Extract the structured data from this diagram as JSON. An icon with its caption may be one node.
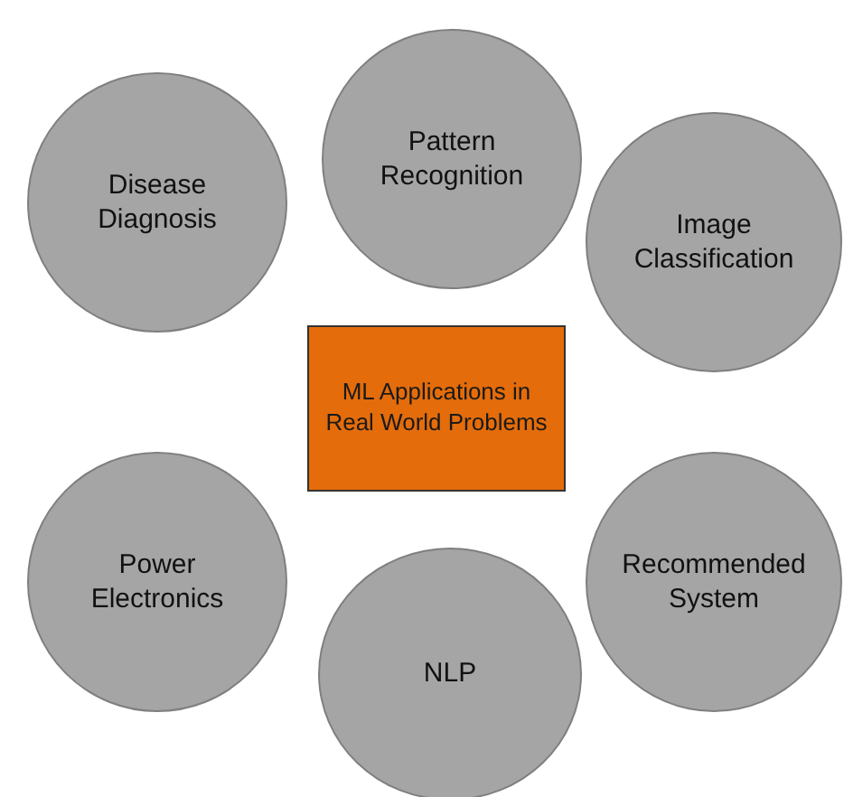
{
  "diagram": {
    "nodes": [
      {
        "text": [
          "Pattern Recognition"
        ]
      },
      {
        "text": [
          "Disease Diagnosis"
        ]
      },
      {
        "text": [
          "Image Classification"
        ]
      },
      {
        "text": [
          "ML Applications in Real World Problems"
        ]
      },
      {
        "text": [
          "Power Electronics"
        ]
      },
      {
        "text": [
          "Recommended System"
        ]
      },
      {
        "text": [
          "NLP"
        ]
      }
    ]
  }
}
